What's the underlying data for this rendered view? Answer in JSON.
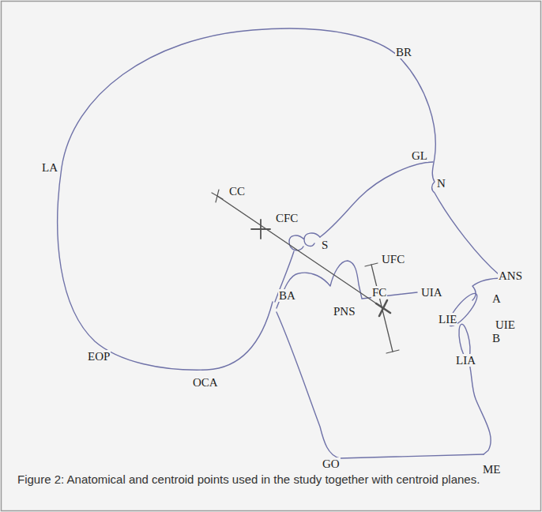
{
  "diagram": {
    "caption": "Figure 2: Anatomical and centroid points used in the study together with centroid planes.",
    "labels": [
      "BR",
      "LA",
      "GL",
      "N",
      "CC",
      "CFC",
      "S",
      "UFC",
      "ANS",
      "FC",
      "UIA",
      "A",
      "LIE",
      "UIE",
      "PNS",
      "B",
      "EOP",
      "BA",
      "LIA",
      "OCA",
      "GO",
      "ME"
    ]
  }
}
